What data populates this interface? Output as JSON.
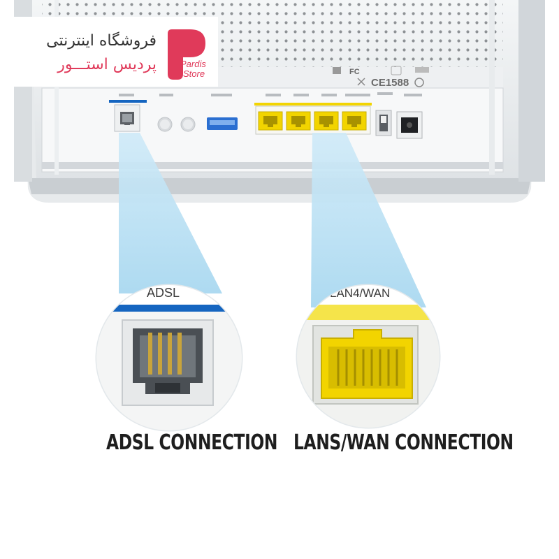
{
  "brand": {
    "line1": "فروشگاه اینترنتی",
    "line2": "پردیس استـــور",
    "logo_line1": "Pardis",
    "logo_line2": "Store",
    "logo_icon": "pardis-p-logo",
    "accent_color": "#e03a5a"
  },
  "router": {
    "certification": "CE1588",
    "fc_mark": "FC",
    "lan_port_count": 4,
    "lan_port_color": "#f2d400"
  },
  "zoom_adsl": {
    "label": "ADSL",
    "bar_color": "#1565c0",
    "caption": "ADSL CONNECTION"
  },
  "zoom_lan": {
    "label": "LAN4/WAN",
    "bar_color": "#f5e44a",
    "caption": "LANS/WAN CONNECTION"
  },
  "beam_color": "#bfe3f5"
}
